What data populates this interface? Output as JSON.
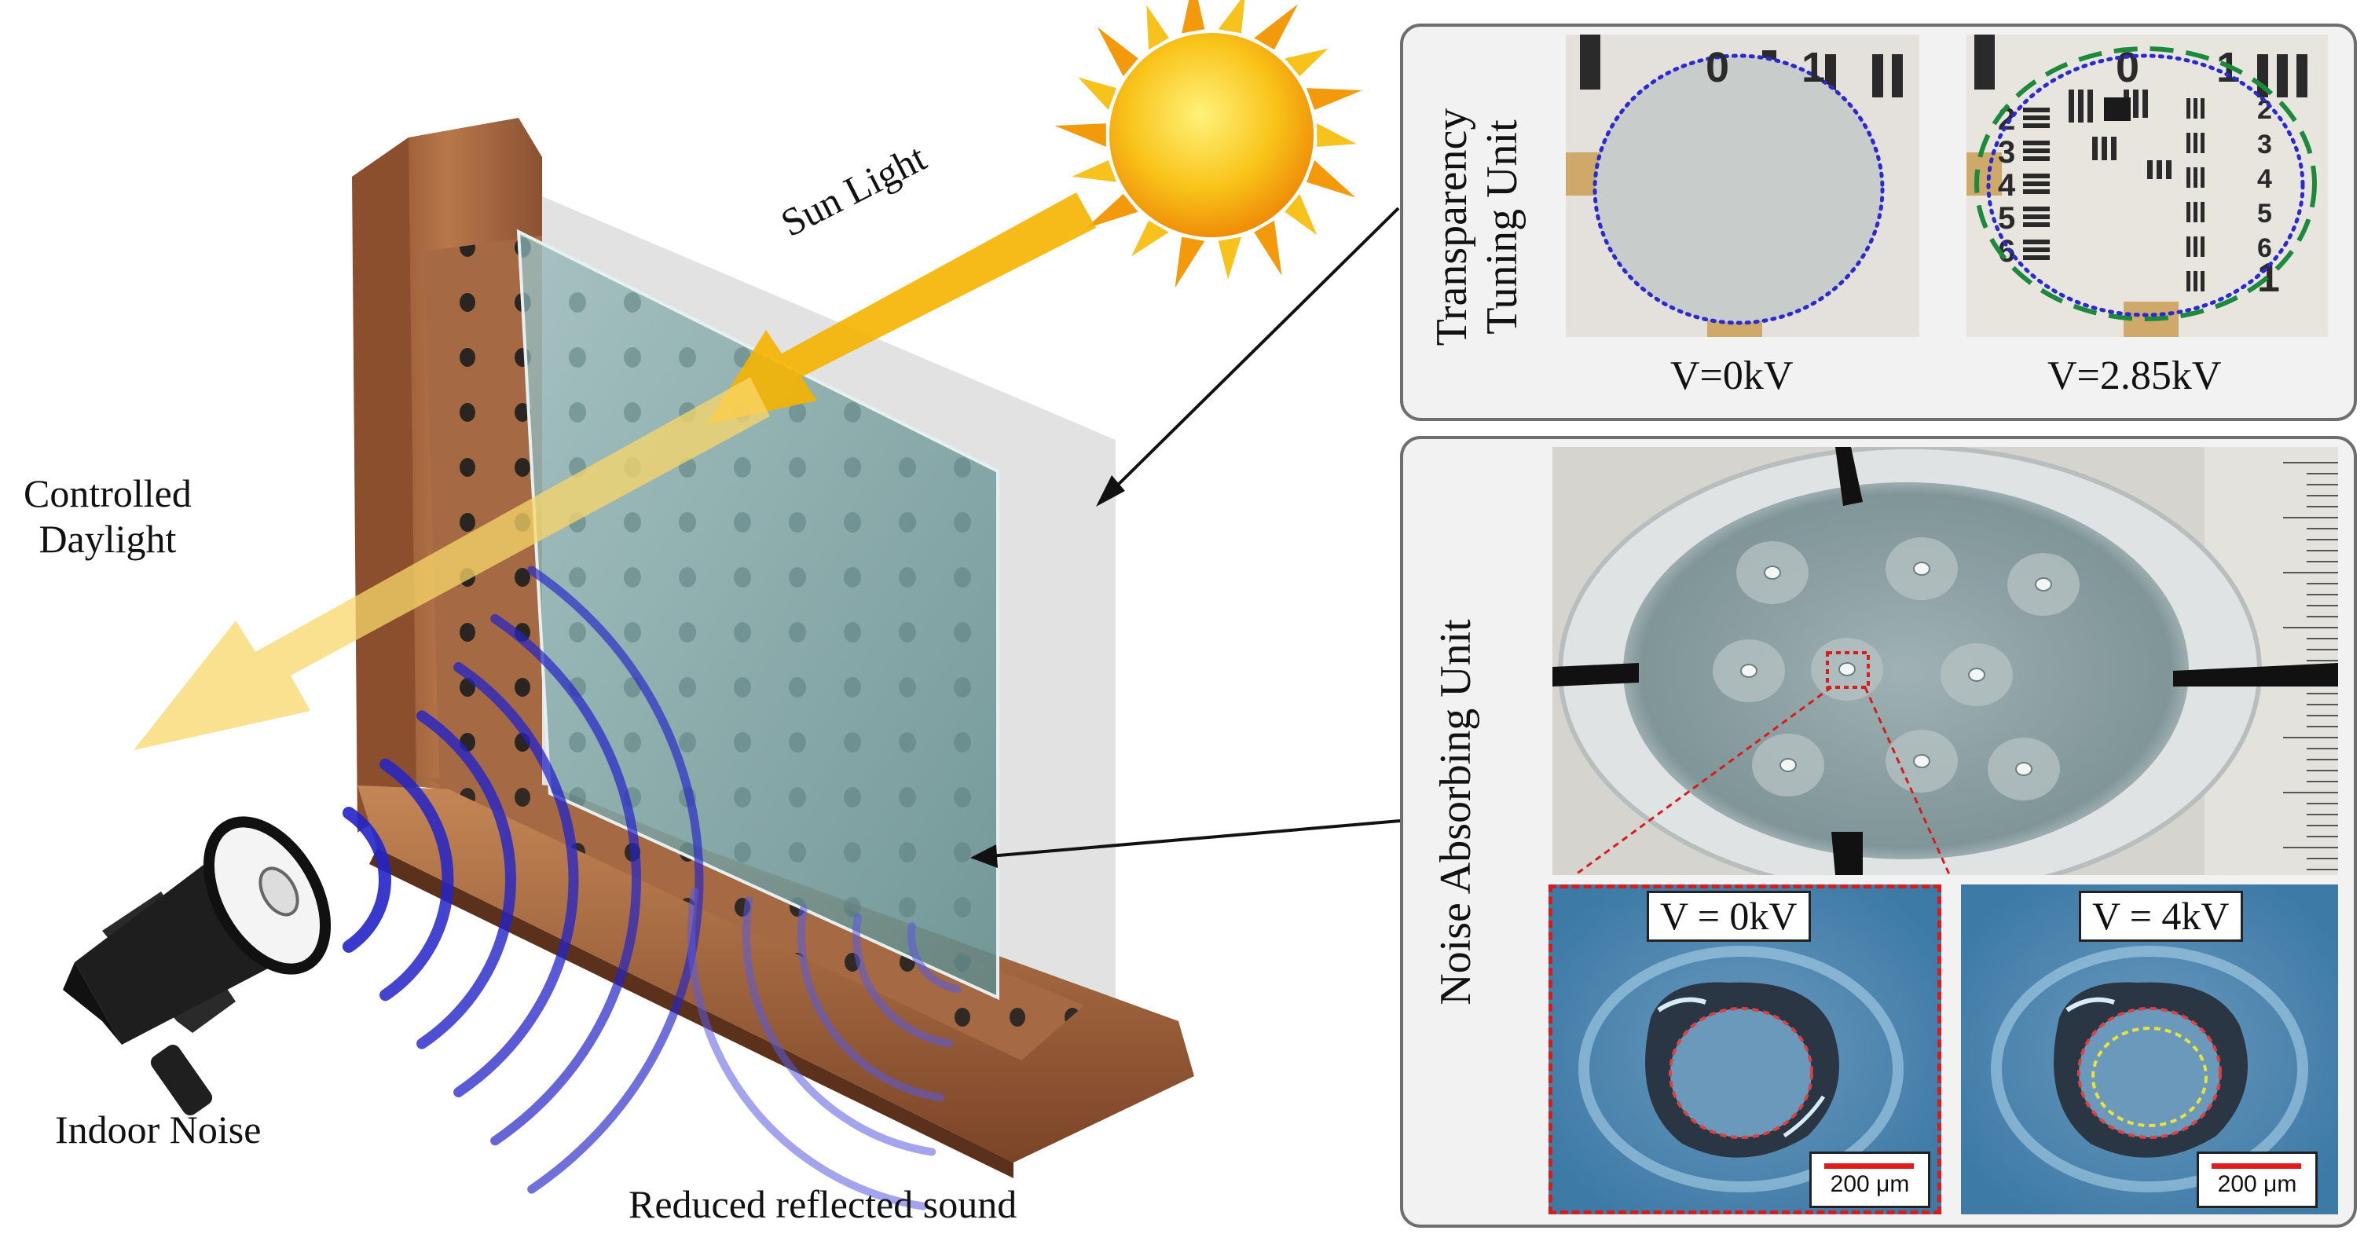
{
  "labels": {
    "sun_light": "Sun Light",
    "controlled_daylight": [
      "Controlled",
      "Daylight"
    ],
    "indoor_noise": "Indoor Noise",
    "reduced_reflected_sound": "Reduced reflected sound"
  },
  "transparency_panel": {
    "title_lines": [
      "Transparency",
      "Tuning Unit"
    ],
    "photo_left_voltage": "V=0kV",
    "photo_right_voltage": "V=2.85kV",
    "chart_numbers_top": [
      "0",
      "1"
    ],
    "chart_numbers_side": [
      "2",
      "3",
      "4",
      "5",
      "6"
    ],
    "chart_numbers_right": [
      "2",
      "3",
      "4",
      "5",
      "6",
      "1"
    ]
  },
  "noise_panel": {
    "title": "Noise Absorbing Unit",
    "micro_left_voltage": "V = 0kV",
    "micro_right_voltage": "V = 4kV",
    "scale_bar": "200 μm"
  },
  "colors": {
    "sun": "#f7c21b",
    "sun_ray": "#f5b400",
    "sound_wave": "#2323c8",
    "glass": "#7fa4a4",
    "wood": "#a8673e",
    "dotted_circle": "#2a2ad0",
    "dashed_circle": "#1c8a3c",
    "highlight_red": "#d81c1c"
  },
  "icons": [
    "sun-icon",
    "megaphone-icon"
  ]
}
